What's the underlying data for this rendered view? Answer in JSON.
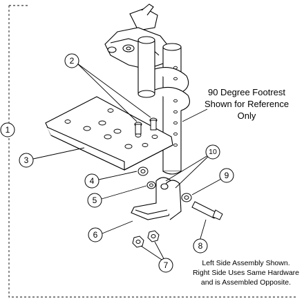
{
  "diagram": {
    "callouts": [
      {
        "id": "1",
        "label": "1"
      },
      {
        "id": "2",
        "label": "2"
      },
      {
        "id": "3",
        "label": "3"
      },
      {
        "id": "4",
        "label": "4"
      },
      {
        "id": "5",
        "label": "5"
      },
      {
        "id": "6",
        "label": "6"
      },
      {
        "id": "7",
        "label": "7"
      },
      {
        "id": "8",
        "label": "8"
      },
      {
        "id": "9",
        "label": "9"
      },
      {
        "id": "10",
        "label": "10"
      }
    ],
    "reference_note": {
      "line1": "90 Degree Footrest",
      "line2": "Shown for Reference",
      "line3": "Only"
    },
    "assembly_note": {
      "line1": "Left Side Assembly Shown.",
      "line2": "Right Side Uses Same Hardware",
      "line3": "and is Assembled Opposite."
    },
    "colors": {
      "line": "#000000",
      "background": "#ffffff"
    }
  }
}
